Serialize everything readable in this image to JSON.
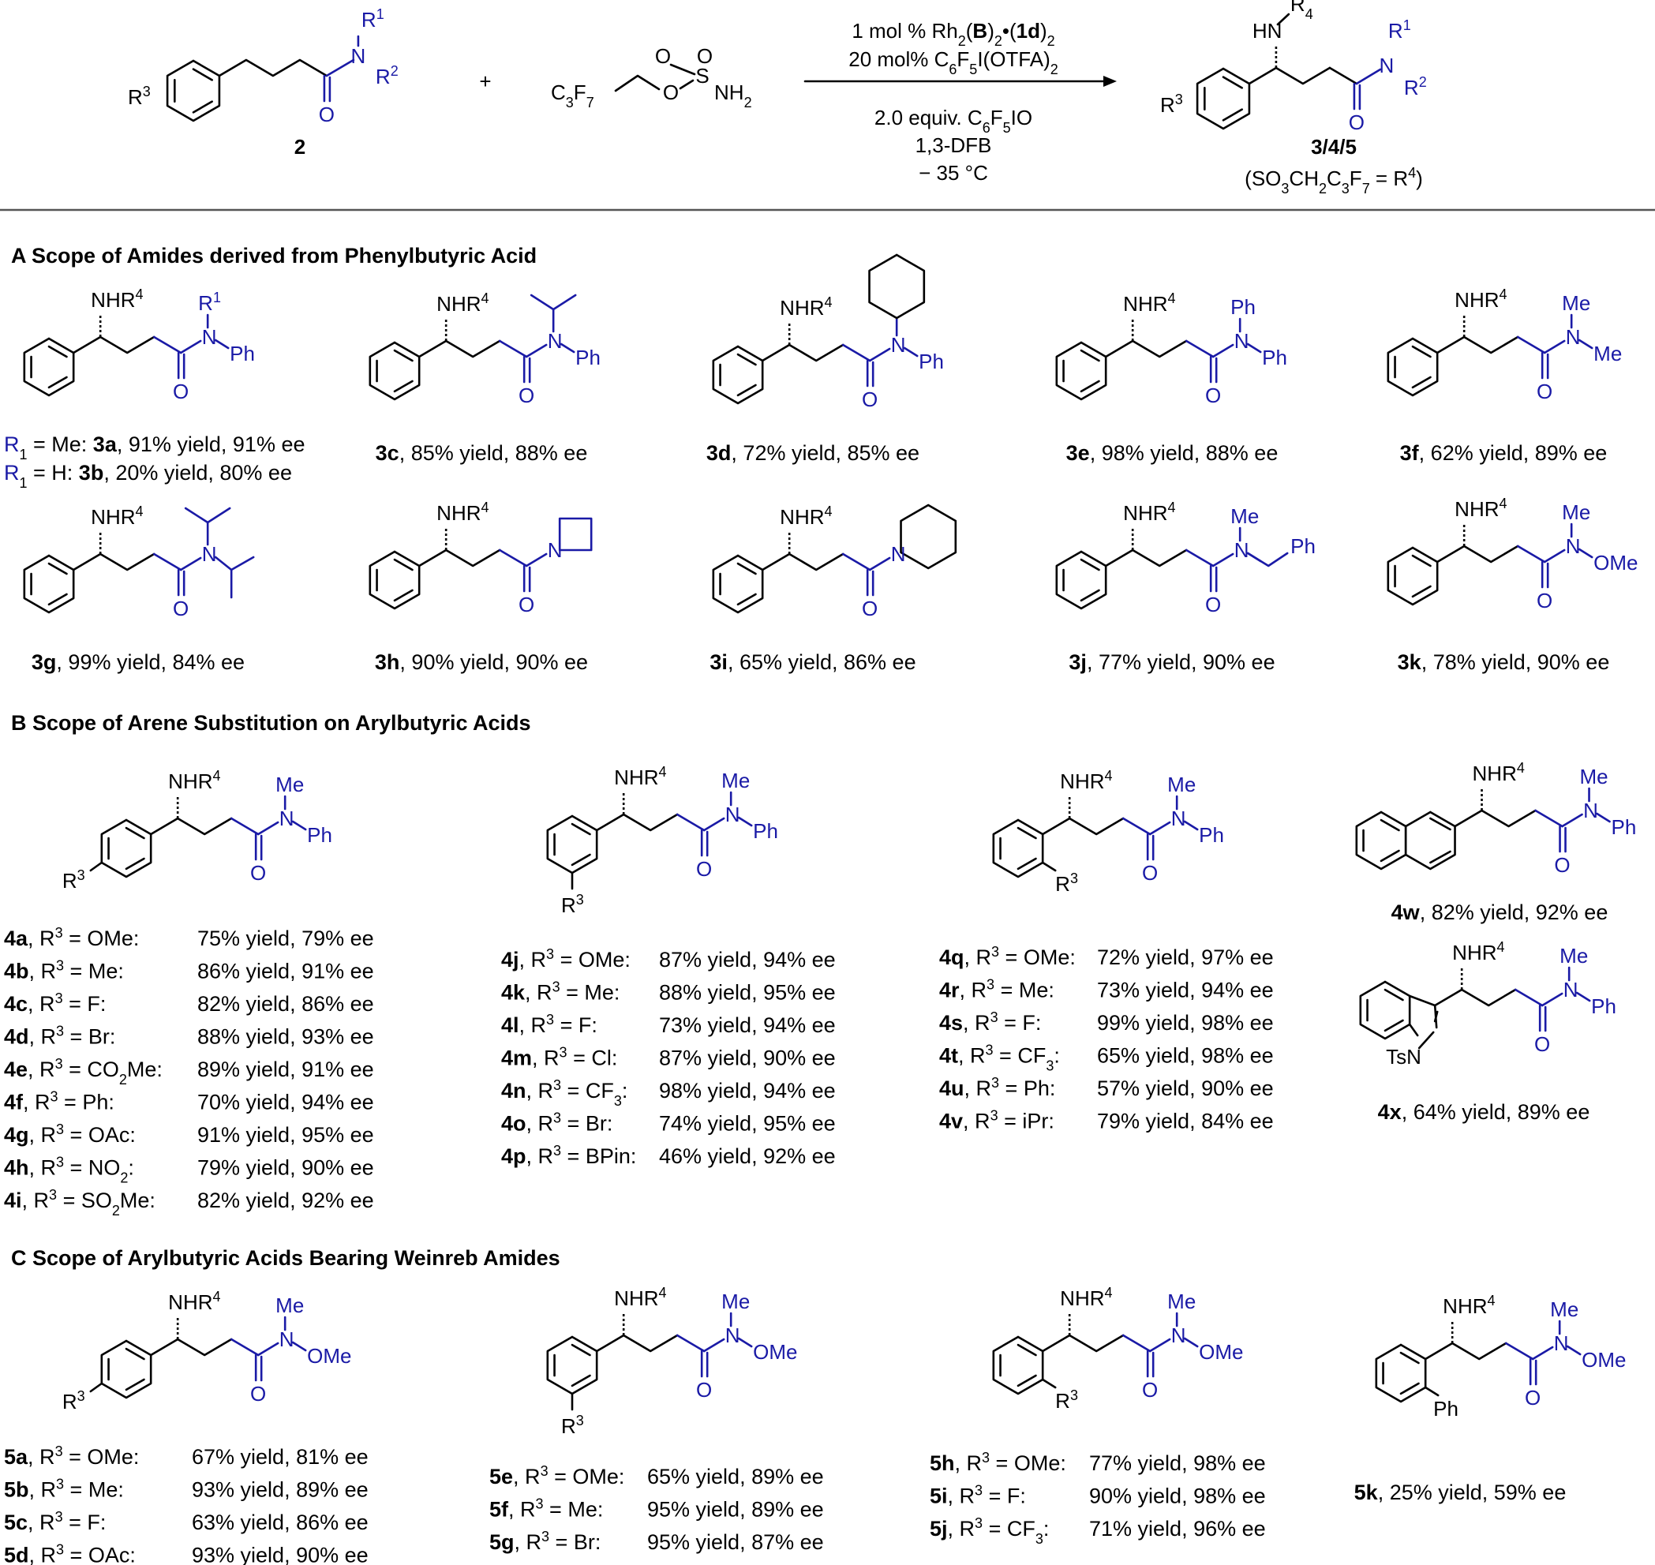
{
  "reaction": {
    "sm_label": "2",
    "plus": "+",
    "sulfamate": "C3F7-CH2-O-SO2-NH2",
    "conditions": [
      "1 mol % Rh2(B)2•(1d)2",
      "20 mol% C6F5I(OTFA)2",
      "2.0 equiv. C6F5IO",
      "1,3-DFB",
      "− 35 °C"
    ],
    "product_label": "3/4/5",
    "r4_def": "(SO3CH2C3F7 = R4)"
  },
  "sections": [
    {
      "letter": "A",
      "title": "Scope of Amides derived from Phenylbutyric Acid"
    },
    {
      "letter": "B",
      "title": "Scope of Arene Substitution on Arylbutyric Acids"
    },
    {
      "letter": "C",
      "title": "Scope of Arylbutyric Acids Bearing Weinreb Amides"
    }
  ],
  "section_a": [
    {
      "id": "3a",
      "r": "R1 = Me:",
      "yield": "91% yield",
      "ee": "91% ee"
    },
    {
      "id": "3b",
      "r": "R1 = H:",
      "yield": "20% yield",
      "ee": "80% ee"
    },
    {
      "id": "3c",
      "yield": "85% yield",
      "ee": "88% ee"
    },
    {
      "id": "3d",
      "yield": "72% yield",
      "ee": "85% ee"
    },
    {
      "id": "3e",
      "yield": "98% yield",
      "ee": "88% ee"
    },
    {
      "id": "3f",
      "yield": "62% yield",
      "ee": "89% ee"
    },
    {
      "id": "3g",
      "yield": "99% yield",
      "ee": "84% ee"
    },
    {
      "id": "3h",
      "yield": "90% yield",
      "ee": "90% ee"
    },
    {
      "id": "3i",
      "yield": "65% yield",
      "ee": "86% ee"
    },
    {
      "id": "3j",
      "yield": "77% yield",
      "ee": "90% ee"
    },
    {
      "id": "3k",
      "yield": "78% yield",
      "ee": "90% ee"
    }
  ],
  "section_b": {
    "para": [
      {
        "id": "4a",
        "r3": "OMe",
        "yield": "75% yield",
        "ee": "79% ee"
      },
      {
        "id": "4b",
        "r3": "Me",
        "yield": "86% yield",
        "ee": "91% ee"
      },
      {
        "id": "4c",
        "r3": "F",
        "yield": "82% yield",
        "ee": "86% ee"
      },
      {
        "id": "4d",
        "r3": "Br",
        "yield": "88% yield",
        "ee": "93% ee"
      },
      {
        "id": "4e",
        "r3": "CO2Me",
        "yield": "89% yield",
        "ee": "91% ee"
      },
      {
        "id": "4f",
        "r3": "Ph",
        "yield": "70% yield",
        "ee": "94% ee"
      },
      {
        "id": "4g",
        "r3": "OAc",
        "yield": "91% yield",
        "ee": "95% ee"
      },
      {
        "id": "4h",
        "r3": "NO2",
        "yield": "79% yield",
        "ee": "90% ee"
      },
      {
        "id": "4i",
        "r3": "SO2Me",
        "yield": "82% yield",
        "ee": "92% ee"
      }
    ],
    "meta": [
      {
        "id": "4j",
        "r3": "OMe",
        "yield": "87% yield",
        "ee": "94% ee"
      },
      {
        "id": "4k",
        "r3": "Me",
        "yield": "88% yield",
        "ee": "95% ee"
      },
      {
        "id": "4l",
        "r3": "F",
        "yield": "73% yield",
        "ee": "94% ee"
      },
      {
        "id": "4m",
        "r3": "Cl",
        "yield": "87% yield",
        "ee": "90% ee"
      },
      {
        "id": "4n",
        "r3": "CF3",
        "yield": "98% yield",
        "ee": "94% ee"
      },
      {
        "id": "4o",
        "r3": "Br",
        "yield": "74% yield",
        "ee": "95% ee"
      },
      {
        "id": "4p",
        "r3": "BPin",
        "yield": "46% yield",
        "ee": "92% ee"
      }
    ],
    "ortho": [
      {
        "id": "4q",
        "r3": "OMe",
        "yield": "72% yield",
        "ee": "97% ee"
      },
      {
        "id": "4r",
        "r3": "Me",
        "yield": "73% yield",
        "ee": "94% ee"
      },
      {
        "id": "4s",
        "r3": "F",
        "yield": "99% yield",
        "ee": "98% ee"
      },
      {
        "id": "4t",
        "r3": "CF3",
        "yield": "65% yield",
        "ee": "98% ee"
      },
      {
        "id": "4u",
        "r3": "Ph",
        "yield": "57% yield",
        "ee": "90% ee"
      },
      {
        "id": "4v",
        "r3": "iPr",
        "yield": "79% yield",
        "ee": "84% ee"
      }
    ],
    "other": [
      {
        "id": "4w",
        "yield": "82% yield",
        "ee": "92% ee"
      },
      {
        "id": "4x",
        "yield": "64% yield",
        "ee": "89% ee"
      }
    ]
  },
  "section_c": {
    "para": [
      {
        "id": "5a",
        "r3": "OMe",
        "yield": "67% yield",
        "ee": "81% ee"
      },
      {
        "id": "5b",
        "r3": "Me",
        "yield": "93% yield",
        "ee": "89% ee"
      },
      {
        "id": "5c",
        "r3": "F",
        "yield": "63% yield",
        "ee": "86% ee"
      },
      {
        "id": "5d",
        "r3": "OAc",
        "yield": "93% yield",
        "ee": "90% ee"
      }
    ],
    "meta": [
      {
        "id": "5e",
        "r3": "OMe",
        "yield": "65% yield",
        "ee": "89% ee"
      },
      {
        "id": "5f",
        "r3": "Me",
        "yield": "95% yield",
        "ee": "89% ee"
      },
      {
        "id": "5g",
        "r3": "Br",
        "yield": "95% yield",
        "ee": "87% ee"
      }
    ],
    "ortho": [
      {
        "id": "5h",
        "r3": "OMe",
        "yield": "77% yield",
        "ee": "98% ee"
      },
      {
        "id": "5i",
        "r3": "F",
        "yield": "90% yield",
        "ee": "98% ee"
      },
      {
        "id": "5j",
        "r3": "CF3",
        "yield": "71% yield",
        "ee": "96% ee"
      }
    ],
    "other": [
      {
        "id": "5k",
        "yield": "25% yield",
        "ee": "59% ee"
      }
    ]
  }
}
